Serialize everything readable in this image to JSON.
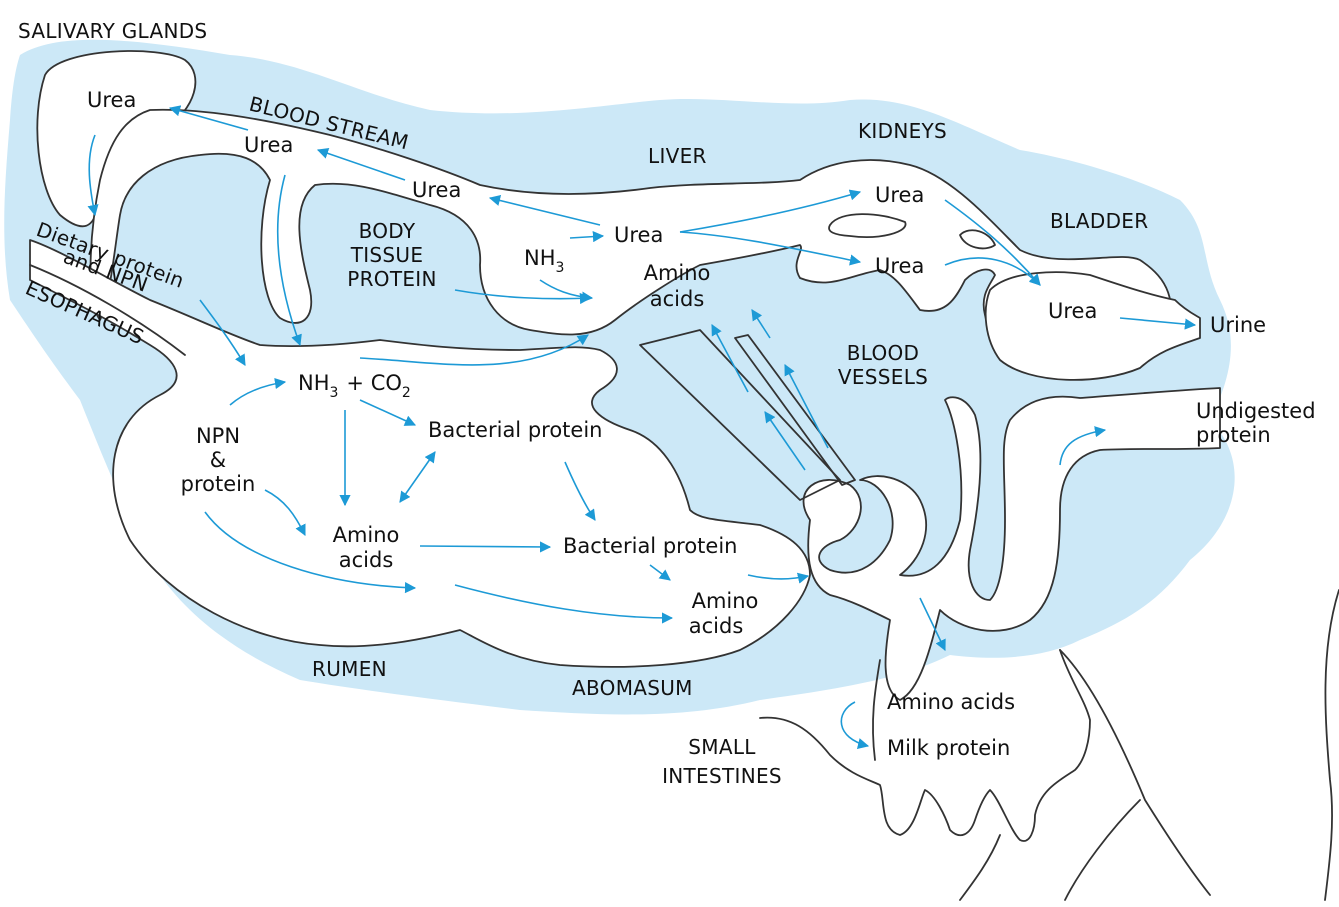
{
  "labels": {
    "salivary_glands": "SALIVARY GLANDS",
    "blood_stream": "BLOOD STREAM",
    "liver": "LIVER",
    "kidneys": "KIDNEYS",
    "bladder": "BLADDER",
    "body_tissue_protein": [
      "BODY",
      "TISSUE",
      "PROTEIN"
    ],
    "esophagus": "ESOPHAGUS",
    "dietary": [
      "Dietary protein",
      "and NPN"
    ],
    "blood_vessels": [
      "BLOOD",
      "VESSELS"
    ],
    "rumen": "RUMEN",
    "abomasum": "ABOMASUM",
    "small_intestines": [
      "SMALL",
      "INTESTINES"
    ],
    "undigested_protein": [
      "Undigested",
      "protein"
    ]
  },
  "nodes": {
    "urea_salivary": "Urea",
    "urea_blood_1": "Urea",
    "urea_blood_2": "Urea",
    "urea_liver": "Urea",
    "nh3_liver_main": "NH",
    "nh3_liver_sub": "3",
    "amino_acids_liver": [
      "Amino",
      "acids"
    ],
    "urea_kidney_1": "Urea",
    "urea_kidney_2": "Urea",
    "urea_bladder": "Urea",
    "urine": "Urine",
    "nh3_rumen_main": "NH",
    "nh3_rumen_sub": "3",
    "plus_co2": "+ CO",
    "co2_sub": "2",
    "npn_protein": [
      "NPN",
      "&",
      "protein"
    ],
    "bacterial_protein_rumen": "Bacterial protein",
    "amino_acids_rumen": [
      "Amino",
      "acids"
    ],
    "bacterial_protein_abomasum": "Bacterial protein",
    "amino_acids_abomasum": [
      "Amino",
      "acids"
    ],
    "amino_acids_udder": "Amino acids",
    "milk_protein": "Milk protein"
  },
  "colors": {
    "background_blue": "#cce8f7",
    "arrow_blue": "#1d9ad6",
    "outline": "#333333"
  }
}
